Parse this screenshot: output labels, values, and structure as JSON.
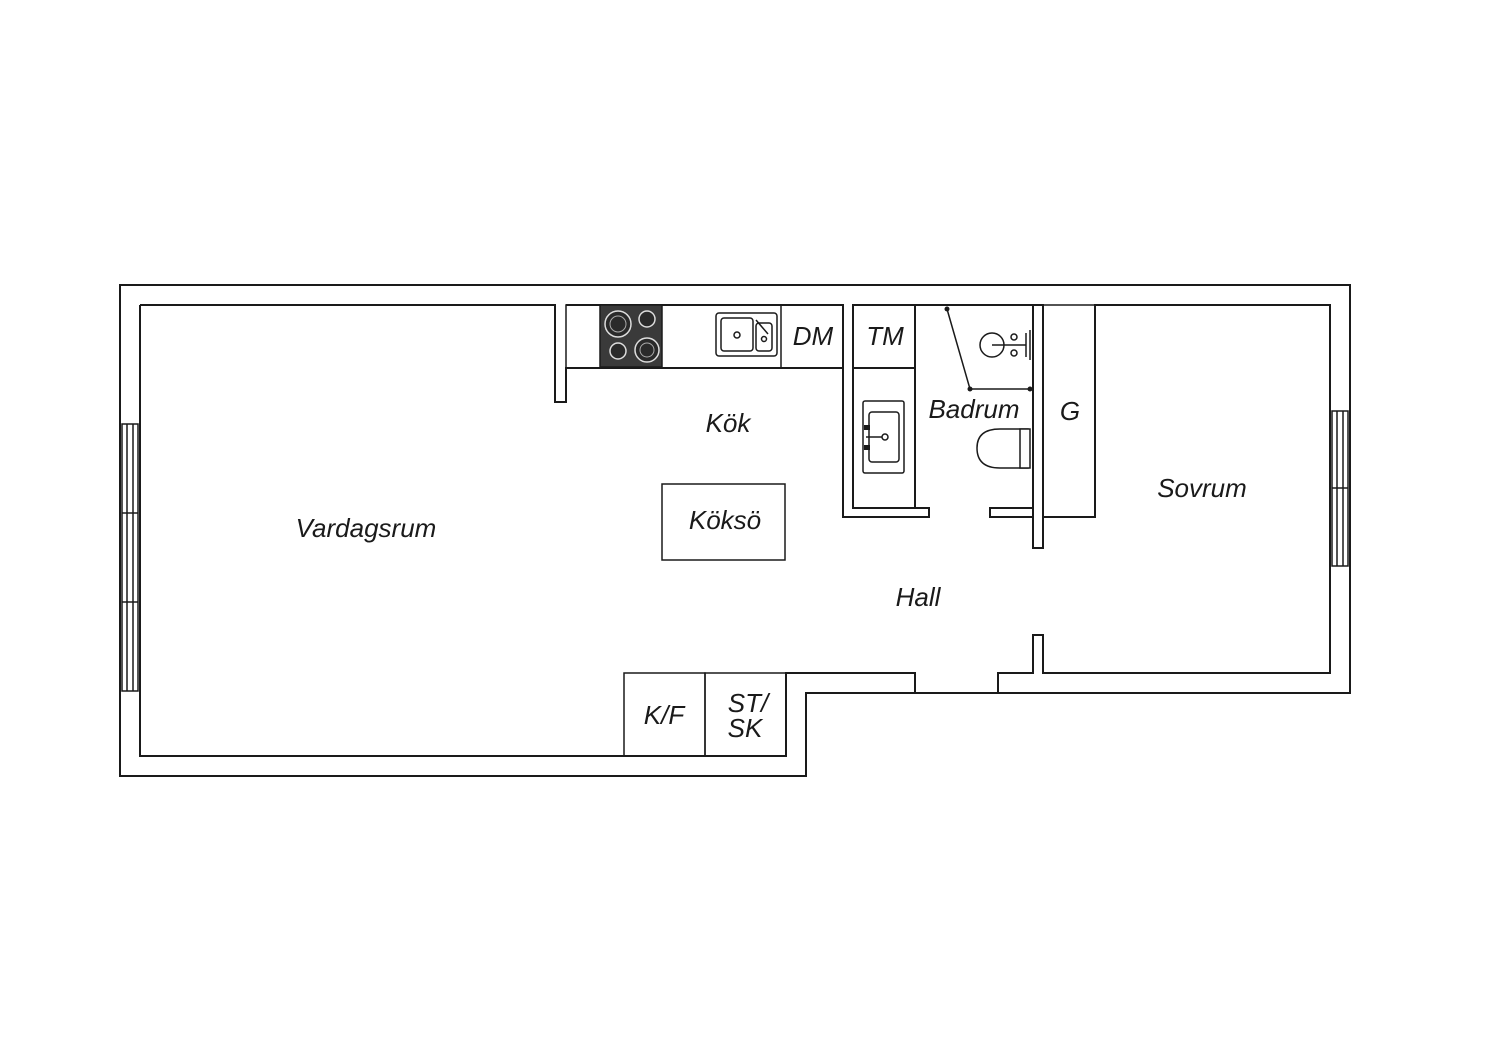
{
  "rooms": {
    "living_room": "Vardagsrum",
    "kitchen": "Kök",
    "kitchen_island": "Köksö",
    "hall": "Hall",
    "bathroom": "Badrum",
    "bedroom": "Sovrum"
  },
  "fixtures": {
    "dishwasher": "DM",
    "washing_machine": "TM",
    "wardrobe": "G",
    "fridge_freezer": "K/F",
    "storage_line1": "ST/",
    "storage_line2": "SK"
  },
  "colors": {
    "line": "#1a1a1a",
    "background": "#ffffff",
    "stove": "#3a3a3a"
  }
}
